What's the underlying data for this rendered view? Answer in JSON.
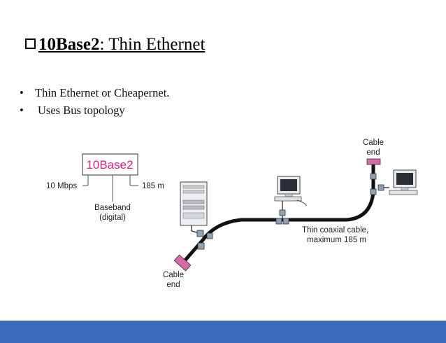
{
  "slide": {
    "title_bold": "10Base2",
    "title_sep": ":",
    "title_rest": " Thin Ethernet",
    "bullets": [
      "Thin Ethernet or Cheapernet.",
      "Uses Bus topology"
    ],
    "bullet_glyph": "•"
  },
  "diagram": {
    "code": "10Base2",
    "speed": "10 Mbps",
    "max_length": "185 m",
    "signal_line1": "Baseband",
    "signal_line2": "(digital)",
    "cable_end_top_line1": "Cable",
    "cable_end_top_line2": "end",
    "cable_end_bottom_line1": "Cable",
    "cable_end_bottom_line2": "end",
    "cable_label_line1": "Thin coaxial cable,",
    "cable_label_line2": "maximum 185 m"
  },
  "colors": {
    "accent": "#d8208a",
    "terminator": "#d86aa8",
    "footer": "#3b6bb8"
  }
}
